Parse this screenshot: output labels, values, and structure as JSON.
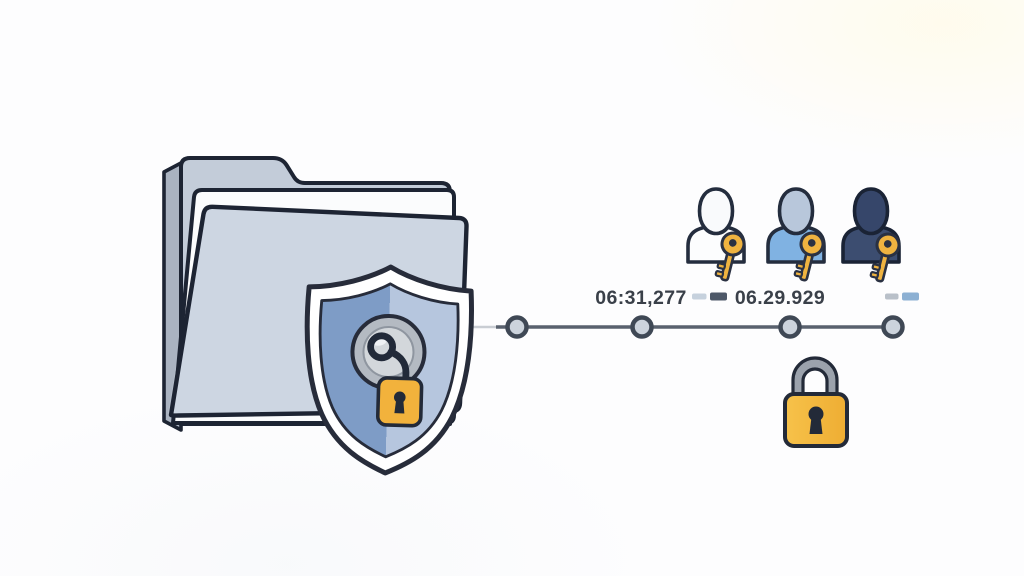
{
  "timeline": {
    "labels": [
      {
        "text": "06:31,277"
      },
      {
        "text": "06.29.929"
      }
    ],
    "tick_pairs": [
      {
        "left": "#c6d1dd",
        "right": "#4d5868"
      },
      {
        "left": "#b9c0c9",
        "right": "#8cb0d3"
      }
    ],
    "line_color": "#59616e",
    "line_color_light": "#c9cdd3",
    "node_fill": "#ccd3dc",
    "node_ring": "#3f4855",
    "text_color": "#3a4049"
  },
  "users": [
    {
      "name": "outline-user",
      "head": "#f9fafc",
      "body": "#fcfdfe",
      "outline": "#242d3e"
    },
    {
      "name": "blue-user",
      "head": "#b8c7db",
      "body": "#80b2e2",
      "outline": "#242d3e"
    },
    {
      "name": "dark-user",
      "head": "#36466a",
      "body": "#3c4d70",
      "outline": "#1a2335"
    }
  ],
  "key": {
    "fill": "#efb340",
    "outline": "#2a3142"
  },
  "folder": {
    "spine": "#aab3c1",
    "back": "#c3ccd9",
    "shadow": "#b2bbc8",
    "paper": "#fbfcfd",
    "front": "#cdd6e2",
    "outline": "#1d2433"
  },
  "shield": {
    "outer": "#ffffff",
    "left": "#7e9cc6",
    "right": "#b6c6de",
    "outline": "#272c3a",
    "hub_outer": "#b4bac2",
    "hub_inner": "#d3d7db",
    "hook": "#222a39"
  },
  "locks": {
    "small_body": "#f2b23c",
    "large_body_light": "#f7c24a",
    "large_body_dark": "#eead33",
    "shackle": "#9ba2ac",
    "keyhole": "#232a38"
  }
}
